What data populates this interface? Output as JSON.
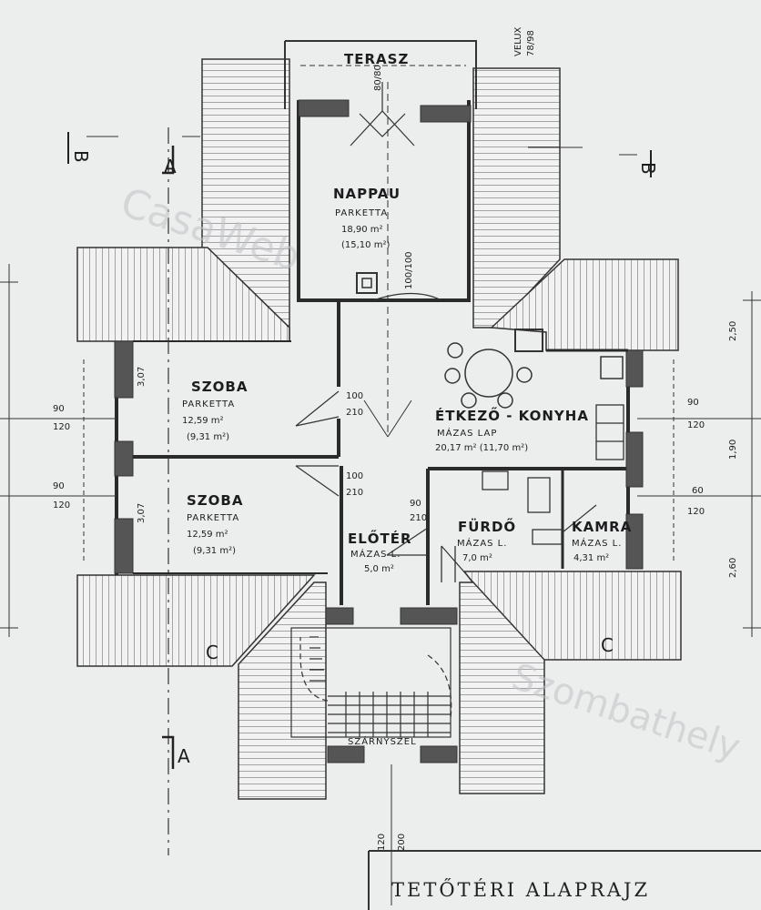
{
  "drawing_title": "TETŐTÉRI ALAPRAJZ",
  "rooms": {
    "terasz": {
      "name": "TERASZ"
    },
    "nappali": {
      "name": "NAPPAU",
      "floor": "PARKETTA",
      "area": "18,90 m²",
      "area2": "(15,10 m²)"
    },
    "szoba1": {
      "name": "SZOBA",
      "floor": "PARKETTA",
      "area": "12,59 m²",
      "area2": "(9,31 m²)"
    },
    "szoba2": {
      "name": "SZOBA",
      "floor": "PARKETTA",
      "area": "12,59 m²",
      "area2": "(9,31 m²)"
    },
    "etkezo": {
      "name": "ÉTKEZŐ - KONYHA",
      "floor": "MÁZAS LAP",
      "area": "20,17 m² (11,70 m²)"
    },
    "eloter": {
      "name": "ELŐTÉR",
      "floor": "MÁZAS L.",
      "area": "5,0 m²"
    },
    "furdo": {
      "name": "FÜRDŐ",
      "floor": "MÁZAS L.",
      "area": "7,0 m²"
    },
    "kamra": {
      "name": "KAMRA",
      "floor": "MÁZAS L.",
      "area": "4,31 m²"
    }
  },
  "section_marks": {
    "a_top": "A",
    "a_bottom": "A",
    "b_left": "B",
    "b_right": "B",
    "c_left": "C",
    "c_right": "C"
  },
  "dimensions": {
    "door_top": "100",
    "door_top_b": "210",
    "door_mid": "100",
    "door_mid_b": "210",
    "door_eloter": "90",
    "door_eloter_b": "210",
    "win_left_1": "90",
    "win_left_1b": "120",
    "win_left_2": "90",
    "win_left_2b": "120",
    "win_right_1": "90",
    "win_right_1b": "120",
    "win_right_2": "60",
    "win_right_2b": "120",
    "right_a": "2,50",
    "right_b": "1,90",
    "right_c": "2,60",
    "bottom_a": "120",
    "bottom_b": "200",
    "left_a": "3,07",
    "left_b": "3,07",
    "velux": "VELUX",
    "velux_b": "78/98",
    "nappali_v": "80/80",
    "nappali_v2": "100/100"
  },
  "stair_label": "SZÁRNYSZEL",
  "watermarks": [
    "CasaWeb",
    "Szombathely"
  ]
}
